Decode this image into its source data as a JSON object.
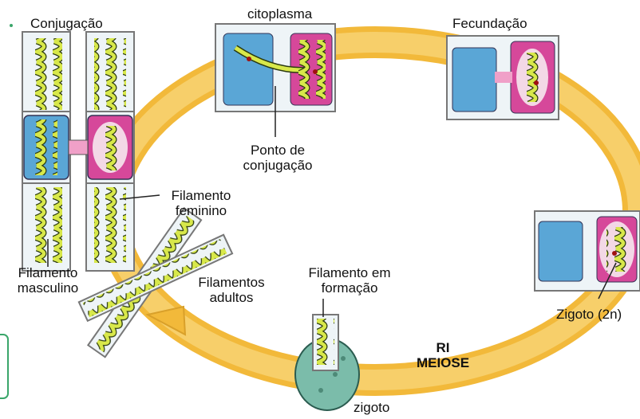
{
  "labels": {
    "conjugacao": "Conjugação",
    "citoplasma": "citoplasma",
    "fecundacao": "Fecundação",
    "ponto_de": "Ponto de",
    "conjugacao2": "conjugação",
    "filamento_fem_1": "Filamento",
    "filamento_fem_2": "feminino",
    "filamento_masc_1": "Filamento",
    "filamento_masc_2": "masculino",
    "filamentos_adultos_1": "Filamentos",
    "filamentos_adultos_2": "adultos",
    "filamento_formacao_1": "Filamento em",
    "filamento_formacao_2": "formação",
    "ri": "RI",
    "meiose": "MEIOSE",
    "zigoto": "zigoto",
    "zigoto_2n": "Zigoto (2n)"
  },
  "colors": {
    "cycle_arrow": "#f5c04a",
    "male_cell": "#5aa6d6",
    "female_cell": "#d6489a",
    "chloroplast": "#d8e84a",
    "filament_wall": "#ffffff"
  }
}
